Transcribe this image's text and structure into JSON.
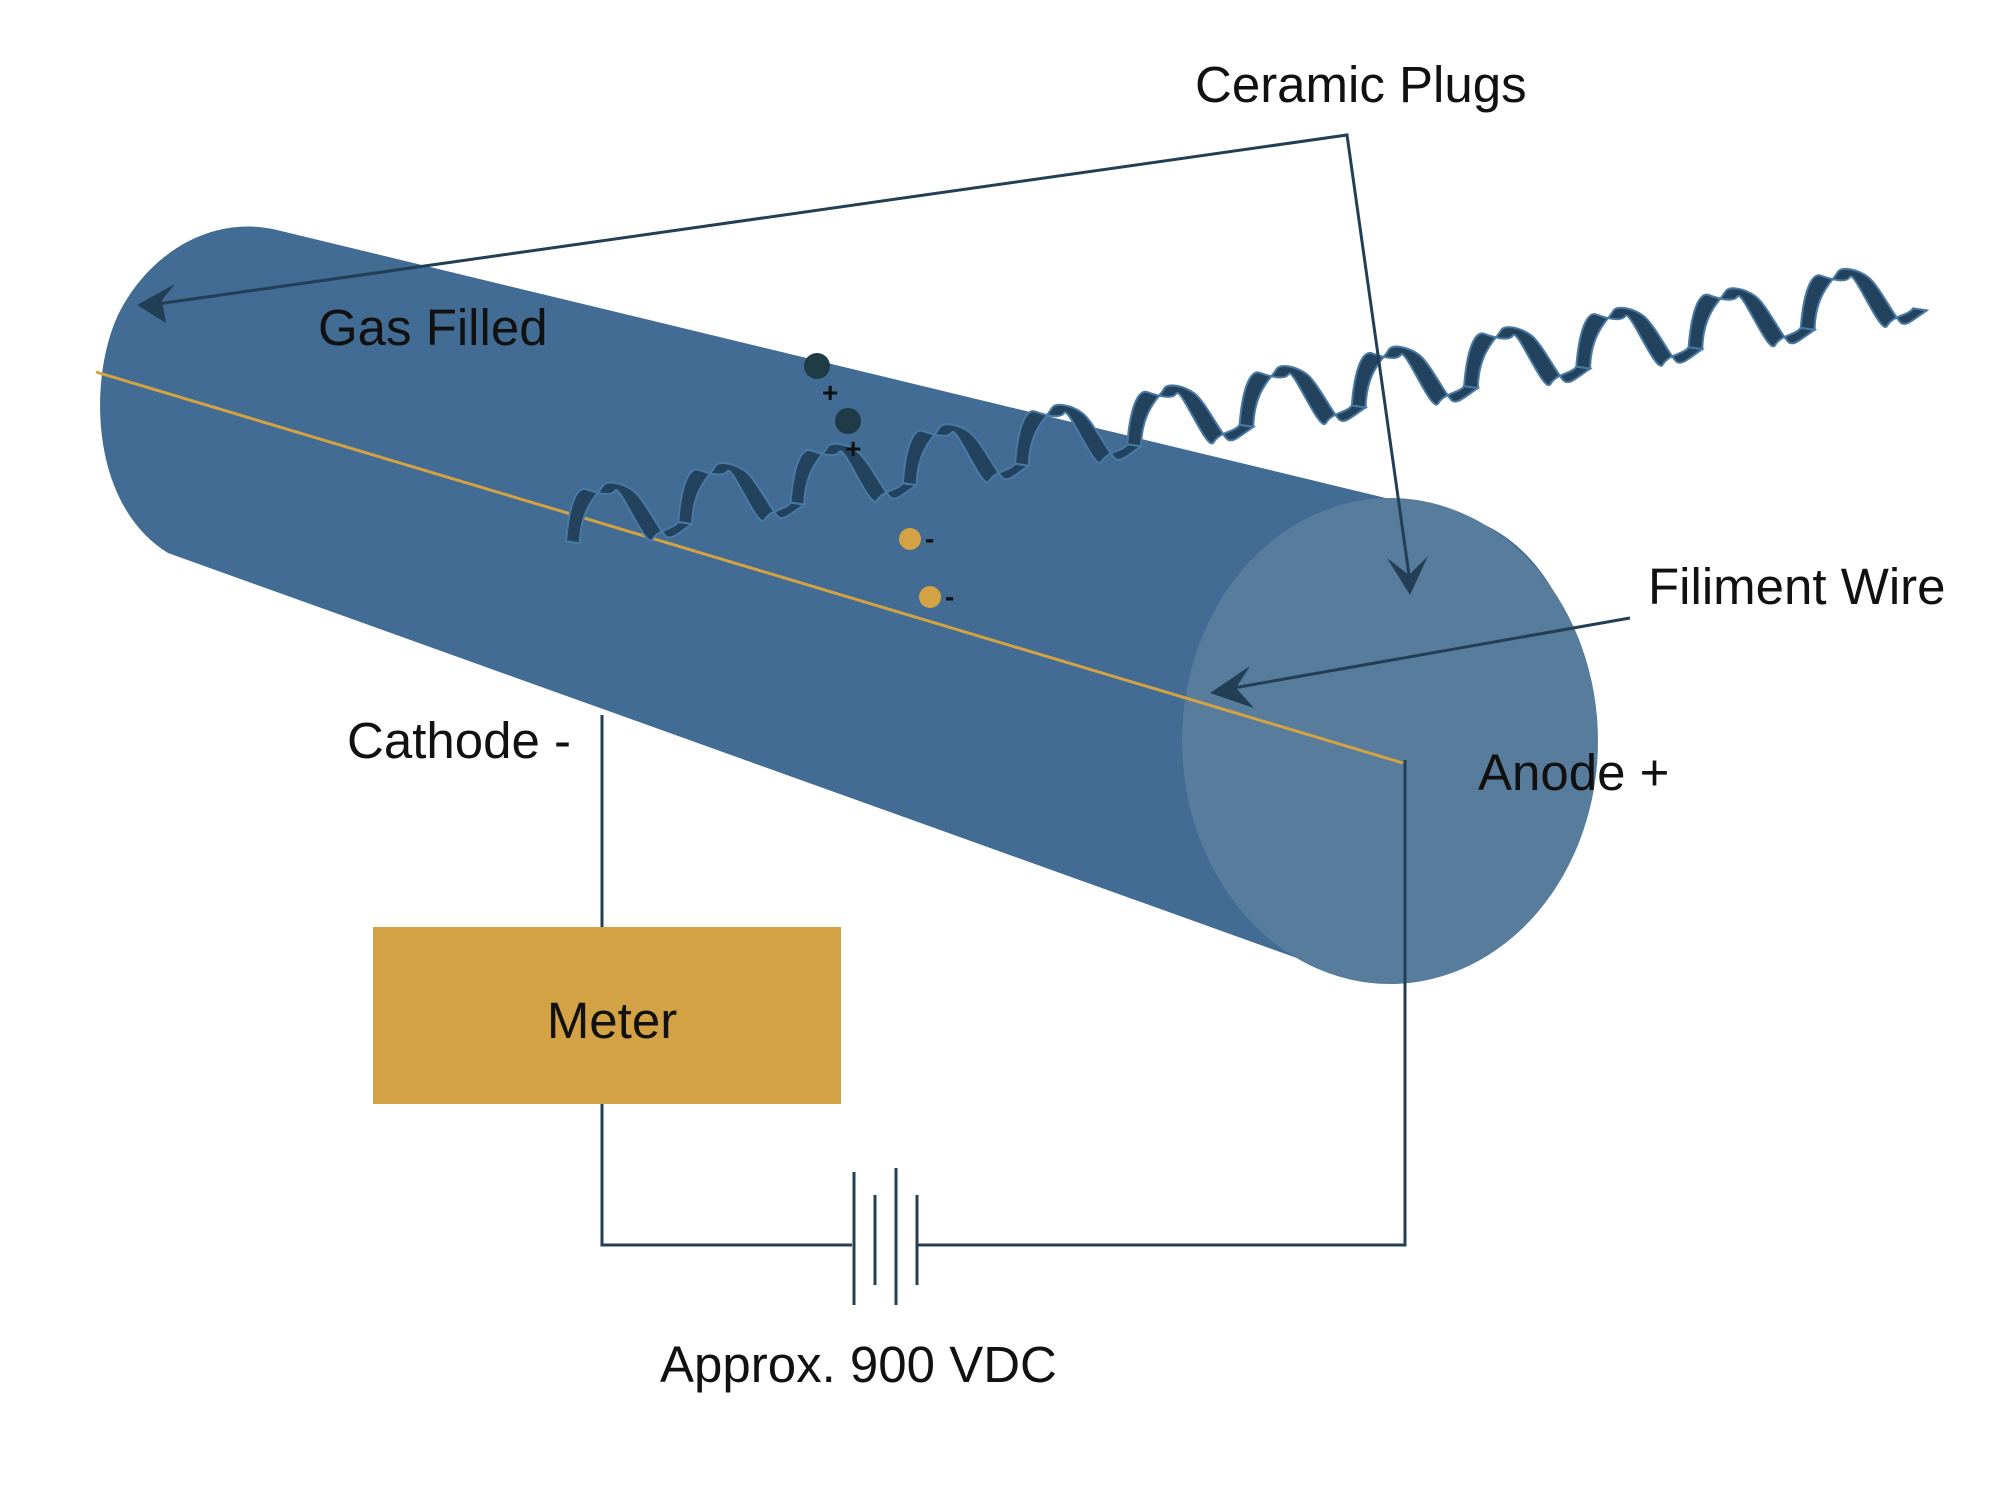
{
  "labels": {
    "ceramic_plugs": "Ceramic Plugs",
    "gas_filled": "Gas Filled",
    "filament_wire": "Filiment Wire",
    "cathode": "Cathode -",
    "anode": "Anode +",
    "meter": "Meter",
    "voltage": "Approx. 900 VDC",
    "positive_sign": "+",
    "negative_sign": "-"
  },
  "colors": {
    "tube_body": "#426c94",
    "tube_end_cap": "#587c9c",
    "radiation_wave": "#22425e",
    "ion_positive": "#1f3b45",
    "electron": "#d3a244",
    "filament": "#d3a244",
    "meter_box": "#d3a244",
    "wiring": "#223f56",
    "background": "#ffffff"
  },
  "icons": {
    "radiation_wave": "helix-ribbon-icon",
    "battery": "battery-cell-icon",
    "arrows": "arrowhead-icon"
  }
}
